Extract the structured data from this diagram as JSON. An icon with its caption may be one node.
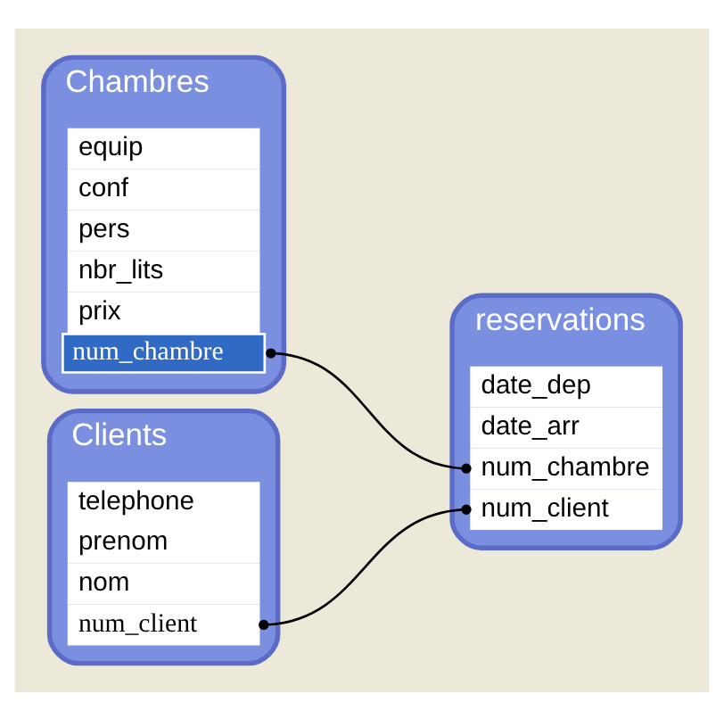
{
  "diagram": {
    "nodes": [
      {
        "text": [
          "Chambres"
        ]
      },
      {
        "text": [
          "num_chambre"
        ],
        "in": 0
      },
      {
        "text": [
          "prix"
        ],
        "in": 0
      },
      {
        "text": [
          "nbr_lits"
        ],
        "in": 0
      },
      {
        "text": [
          "pers"
        ],
        "in": 0
      },
      {
        "text": [
          "conf"
        ],
        "in": 0
      },
      {
        "text": [
          "equip"
        ],
        "in": 0
      },
      {
        "text": [
          "reservations"
        ]
      },
      {
        "text": [
          "num_client"
        ],
        "in": 7
      },
      {
        "text": [
          "num_chambre"
        ],
        "in": 7
      },
      {
        "text": [
          "date_arr"
        ],
        "in": 7
      },
      {
        "text": [
          "date_dep"
        ],
        "in": 7
      },
      {
        "text": [
          "Clients"
        ]
      },
      {
        "text": [
          "num_client"
        ],
        "in": 12
      },
      {
        "text": [
          "nom"
        ],
        "in": 12
      },
      {
        "text": [
          "prenom"
        ],
        "in": 12
      },
      {
        "text": [
          "telephone"
        ],
        "in": 12
      }
    ],
    "edges": [
      {
        "from": 1,
        "to": 9,
        "arrow": "other"
      },
      {
        "from": 13,
        "to": 8,
        "arrow": "other"
      }
    ]
  }
}
